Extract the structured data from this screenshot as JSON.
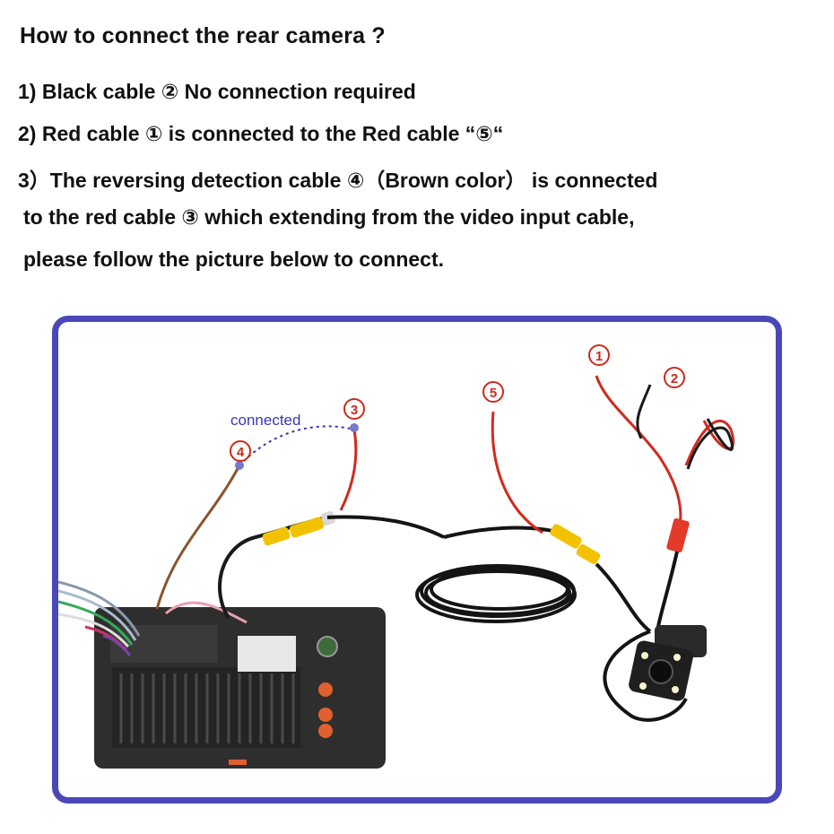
{
  "heading": "How to connect the rear camera ?",
  "steps": {
    "step1": "1) Black cable ② No connection required",
    "step2": "2) Red  cable ① is connected to the Red  cable “⑤“",
    "step3_line1": "3）The reversing detection cable ④（Brown color） is connected",
    "step3_line2": "to the red cable ③ which extending from the video input cable,",
    "step3_line3": "please follow the picture below to connect."
  },
  "diagram": {
    "connected_label": "connected",
    "markers": {
      "m1": "1",
      "m2": "2",
      "m3": "3",
      "m4": "4",
      "m5": "5"
    },
    "colors": {
      "frame_border": "#4a48b8",
      "marker_red": "#cc2a1c",
      "connected_blue": "#3a36b0",
      "brown_wire": "#8a5530",
      "red_wire": "#d12a1f",
      "rca_yellow": "#f2c200",
      "cable_black": "#1a1a1a",
      "head_unit": "#2e2e2e"
    }
  }
}
